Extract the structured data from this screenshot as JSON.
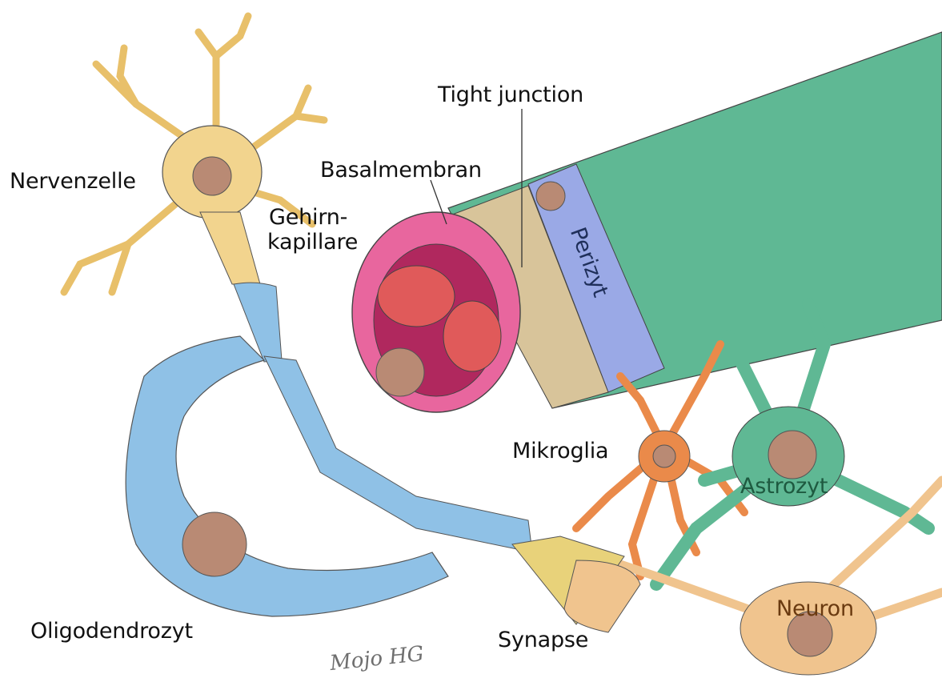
{
  "labels": {
    "tight_junction": "Tight junction",
    "basalmembran": "Basalmembran",
    "nervenzelle": "Nervenzelle",
    "gehirn_line1": "Gehirn-",
    "gehirn_line2": "kapillare",
    "perizyt": "Perizyt",
    "mikroglia": "Mikroglia",
    "astrozyt": "Astrozyt",
    "neuron": "Neuron",
    "oligodendrozyt": "Oligodendrozyt",
    "synapse": "Synapse"
  },
  "signature": "Mojo HG",
  "colors": {
    "nerve_cell": "#f2d48e",
    "oligodendrocyte": "#8fc1e6",
    "capillary_outer": "#e8669e",
    "capillary_inner": "#b0285e",
    "red_blood_cell": "#e05a5a",
    "basal_membrane": "#d8c49a",
    "pericyte": "#9aa9e6",
    "astrocyte": "#5fb894",
    "microglia": "#ea8a4a",
    "neuron": "#f0c48e",
    "nucleus": "#b98a74"
  }
}
